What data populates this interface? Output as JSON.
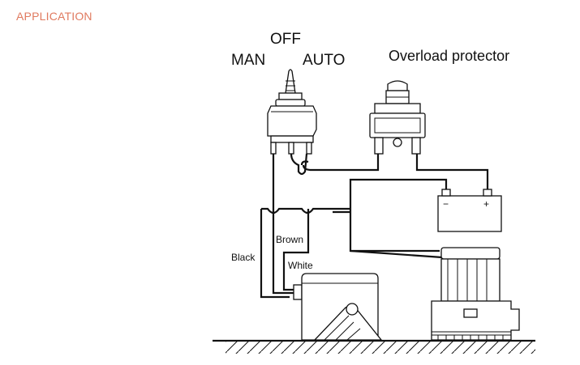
{
  "heading": "APPLICATION",
  "switch": {
    "off": "OFF",
    "man": "MAN",
    "auto": "AUTO"
  },
  "protector": {
    "label": "Overload protector"
  },
  "battery": {
    "minus": "−",
    "plus": "+"
  },
  "wires": {
    "black": "Black",
    "brown": "Brown",
    "white": "White"
  },
  "colors": {
    "heading": "#e07a5f",
    "line": "#111111"
  }
}
